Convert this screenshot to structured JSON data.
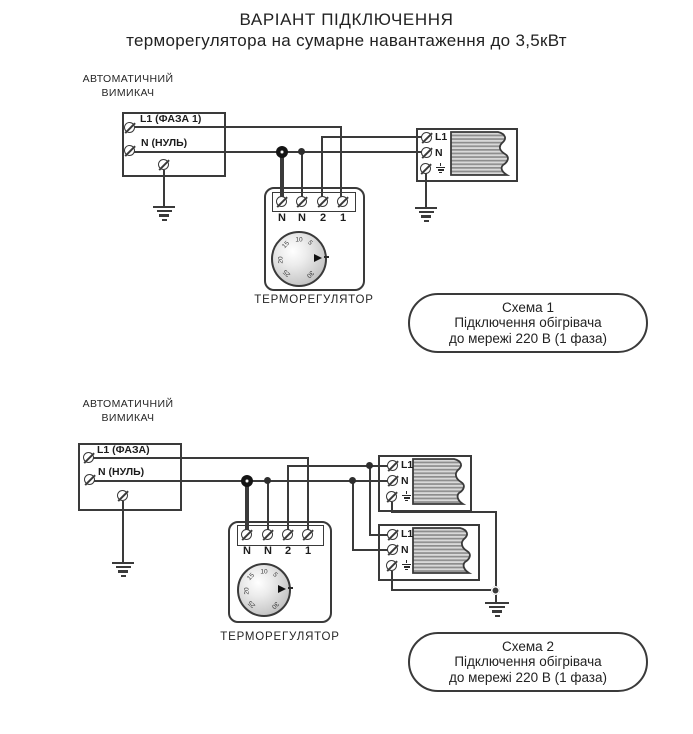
{
  "title": {
    "line1": "ВАРІАНТ ПІДКЛЮЧЕННЯ",
    "line2": "терморегулятора на сумарне навантаження до 3,5кВт"
  },
  "colors": {
    "line": "#3a3a3a",
    "text": "#222222",
    "background": "#ffffff"
  },
  "schema1": {
    "breaker": {
      "label_line1": "АВТОМАТИЧНИЙ",
      "label_line2": "ВИМИКАЧ",
      "phase_terminal": "L1 (ФАЗА 1)",
      "neutral_terminal": "N (НУЛЬ)"
    },
    "thermostat": {
      "label": "ТЕРМОРЕГУЛЯТОР",
      "terminals": [
        "N",
        "N",
        "2",
        "1"
      ],
      "dial_scale": [
        "5",
        "10",
        "15",
        "20",
        "25",
        "30"
      ]
    },
    "heater": {
      "phase": "L1",
      "neutral": "N"
    },
    "note": {
      "line1": "Схема 1",
      "line2": "Підключення обігрівача",
      "line3": "до мережі 220 В (1 фаза)"
    }
  },
  "schema2": {
    "breaker": {
      "label_line1": "АВТОМАТИЧНИЙ",
      "label_line2": "ВИМИКАЧ",
      "phase_terminal": "L1 (ФАЗА)",
      "neutral_terminal": "N (НУЛЬ)"
    },
    "thermostat": {
      "label": "ТЕРМОРЕГУЛЯТОР",
      "terminals": [
        "N",
        "N",
        "2",
        "1"
      ],
      "dial_scale": [
        "5",
        "10",
        "15",
        "20",
        "25",
        "30"
      ]
    },
    "heater_top": {
      "phase": "L1",
      "neutral": "N"
    },
    "heater_bottom": {
      "phase": "L1",
      "neutral": "N"
    },
    "note": {
      "line1": "Схема 2",
      "line2": "Підключення обігрівача",
      "line3": "до мережі 220 В (1 фаза)"
    }
  }
}
